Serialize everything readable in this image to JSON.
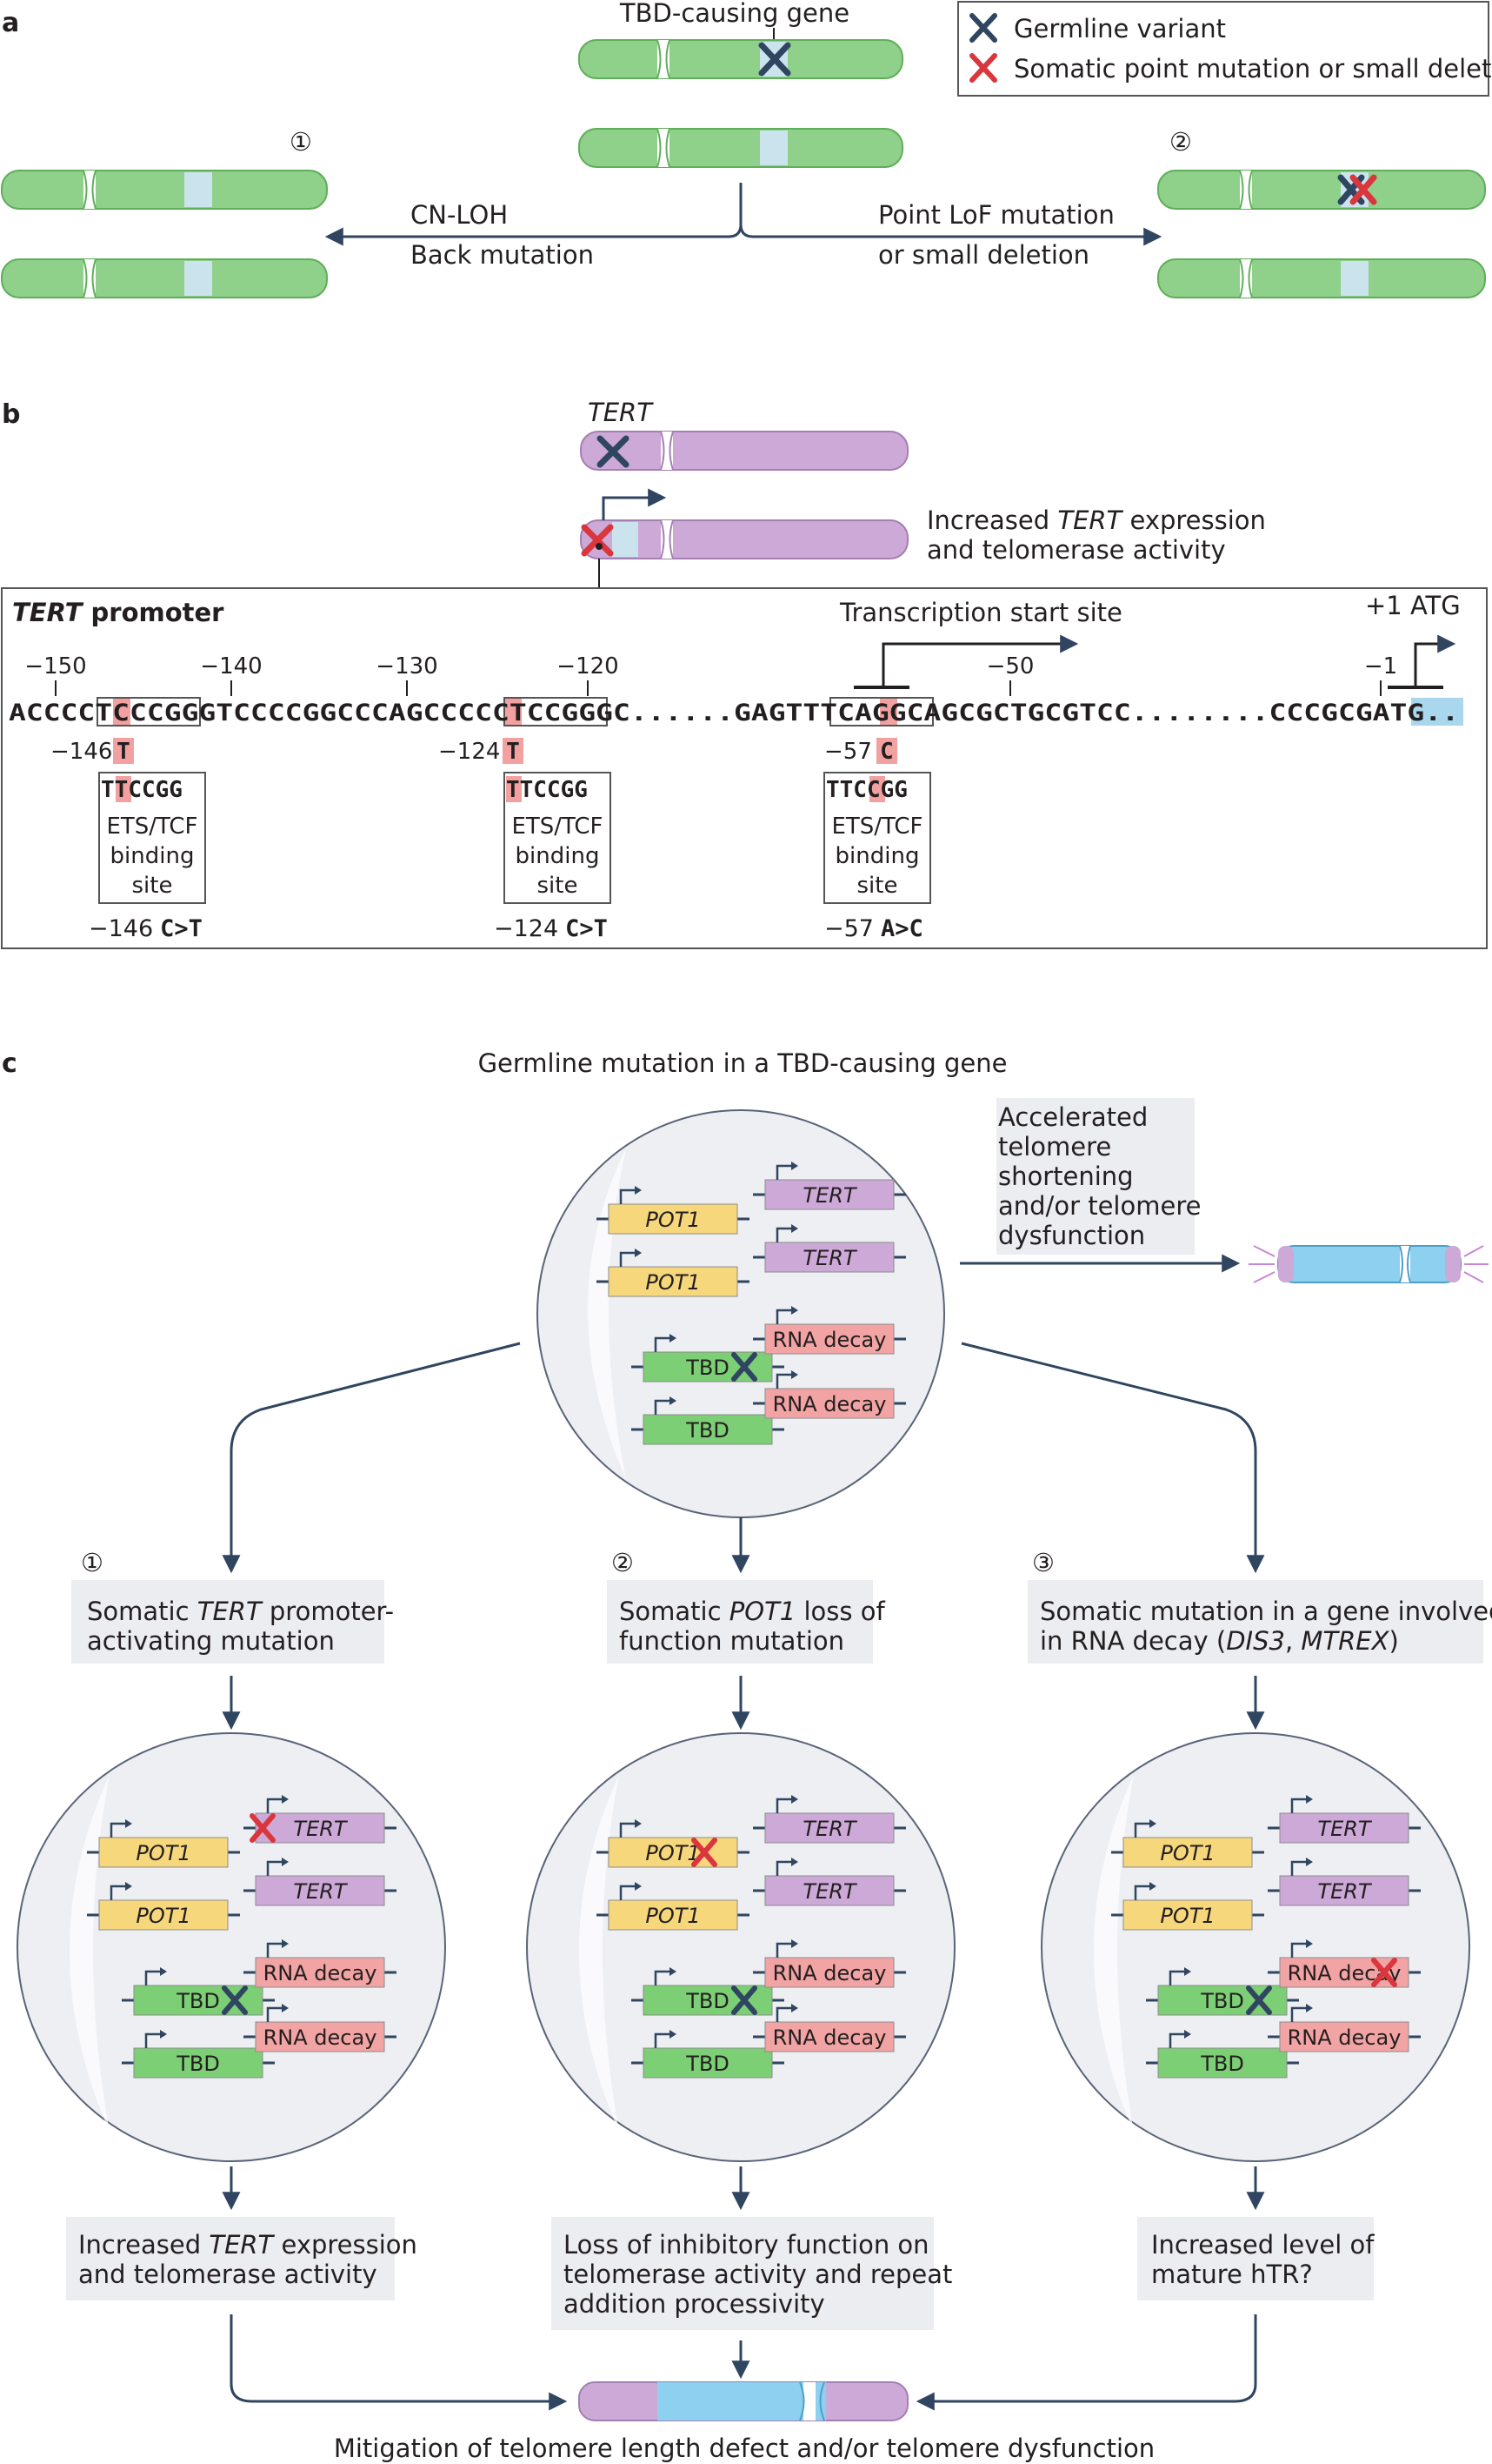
{
  "colors": {
    "chrom_green": "#8fd08a",
    "chrom_purple": "#cda9d8",
    "chrom_blue": "#8ed0ef",
    "band_light": "#cbe3ec",
    "germline_x": "#2f4560",
    "somatic_x": "#d9363e",
    "arrow": "#2f4560",
    "gene_pot1": "#f7d77c",
    "gene_tert": "#cda9d8",
    "gene_tbd": "#7ccf75",
    "gene_rna": "#f2a3a3",
    "text_box": "#ecedf0",
    "cell_circle": "#edeff3",
    "mutation_highlight": "#f2a0a0",
    "atg_highlight": "#a9d8ee"
  },
  "panel_a": {
    "panel_letter": "a",
    "gene_label": "TBD-causing gene",
    "legend": {
      "germline": "Germline variant",
      "somatic": "Somatic point mutation or small deletion"
    },
    "left_number": "①",
    "right_number": "②",
    "left_arrow_line1": "CN-LOH",
    "left_arrow_line2": "Back mutation",
    "right_arrow_line1": "Point LoF mutation",
    "right_arrow_line2": "or small deletion"
  },
  "panel_b": {
    "panel_letter": "b",
    "gene_label": "TERT",
    "increased_line1_pre": "Increased ",
    "increased_line1_gene": "TERT",
    "increased_line1_post": " expression",
    "increased_line2": "and telomerase activity",
    "box_title_gene": "TERT",
    "box_title_rest": " promoter",
    "tss_label": "Transcription start site",
    "atg_label": "+1 ATG",
    "positions": [
      "−150",
      "−140",
      "−130",
      "−120",
      "−50",
      "−1"
    ],
    "sequence_segments": [
      "ACCCCT",
      "C",
      "CCGG",
      "GTCCCCGGCCCAGCCCC",
      "C",
      "TCCGG",
      "GC......GAGT",
      "TTC",
      "A",
      "GG",
      "CAGCGCTGCGTCC........CCCGCG",
      "ATG",
      ".."
    ],
    "mutations": [
      {
        "pos": "−146",
        "base": "T",
        "site_pre": "T",
        "site_mut": "T",
        "site_post": "CCGG",
        "site_label": [
          "ETS/TCF",
          "binding",
          "site"
        ],
        "change_pos": "−146",
        "change": "C>T"
      },
      {
        "pos": "−124",
        "base": "T",
        "site_pre": "",
        "site_mut": "T",
        "site_post": "TCCGG",
        "site_label": [
          "ETS/TCF",
          "binding",
          "site"
        ],
        "change_pos": "−124",
        "change": "C>T"
      },
      {
        "pos": "−57",
        "base": "C",
        "site_pre": "TTC",
        "site_mut": "C",
        "site_post": "GG",
        "site_label": [
          "ETS/TCF",
          "binding",
          "site"
        ],
        "change_pos": "−57",
        "change": "A>C"
      }
    ]
  },
  "panel_c": {
    "panel_letter": "c",
    "top_title": "Germline mutation in a TBD-causing gene",
    "accelerated_text": [
      "Accelerated",
      "telomere",
      "shortening",
      "and/or telomere",
      "dysfunction"
    ],
    "genes": {
      "pot1": "POT1",
      "tert": "TERT",
      "tbd": "TBD",
      "rna": "RNA decay"
    },
    "branches": [
      {
        "number": "①",
        "box_lines": [
          [
            "Somatic ",
            "TERT",
            " promoter-"
          ],
          [
            "activating mutation"
          ]
        ],
        "result_lines": [
          [
            "Increased ",
            "TERT",
            " expression"
          ],
          [
            "and telomerase activity"
          ]
        ]
      },
      {
        "number": "②",
        "box_lines": [
          [
            "Somatic ",
            "POT1",
            " loss of"
          ],
          [
            "function mutation"
          ]
        ],
        "result_lines": [
          [
            "Loss of inhibitory function on"
          ],
          [
            "telomerase activity and repeat"
          ],
          [
            "addition processivity"
          ]
        ]
      },
      {
        "number": "③",
        "box_lines": [
          [
            "Somatic mutation in a gene involved"
          ],
          [
            "in RNA decay (",
            "DIS3",
            ", ",
            "MTREX",
            ")"
          ]
        ],
        "result_lines": [
          [
            "Increased level of"
          ],
          [
            "mature hTR?"
          ]
        ]
      }
    ],
    "bottom_title": "Mitigation of telomere length defect and/or telomere dysfunction"
  }
}
